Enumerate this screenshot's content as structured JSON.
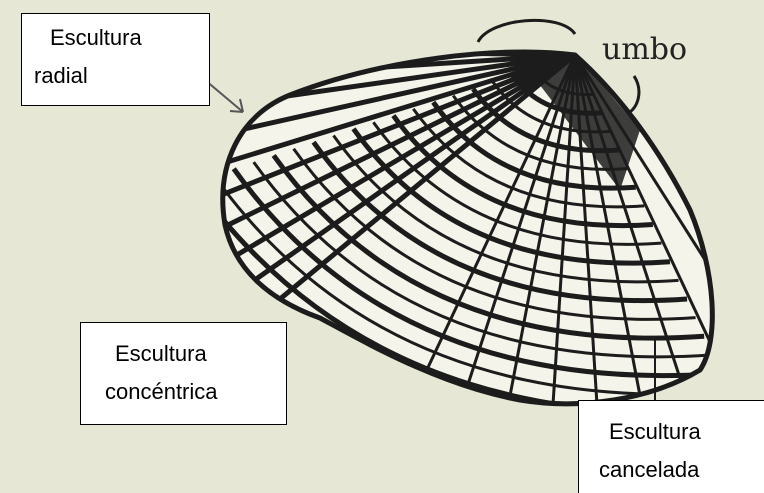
{
  "labels": {
    "radial": [
      "Escultura",
      "radial"
    ],
    "concentric": [
      "Escultura",
      "concéntrica"
    ],
    "cancelada": [
      "Escultura",
      "cancelada"
    ],
    "umbo": "umbo"
  },
  "colors": {
    "background": "#e6e8d5",
    "ink": "#1c1c1c",
    "page": "#ffffff"
  }
}
